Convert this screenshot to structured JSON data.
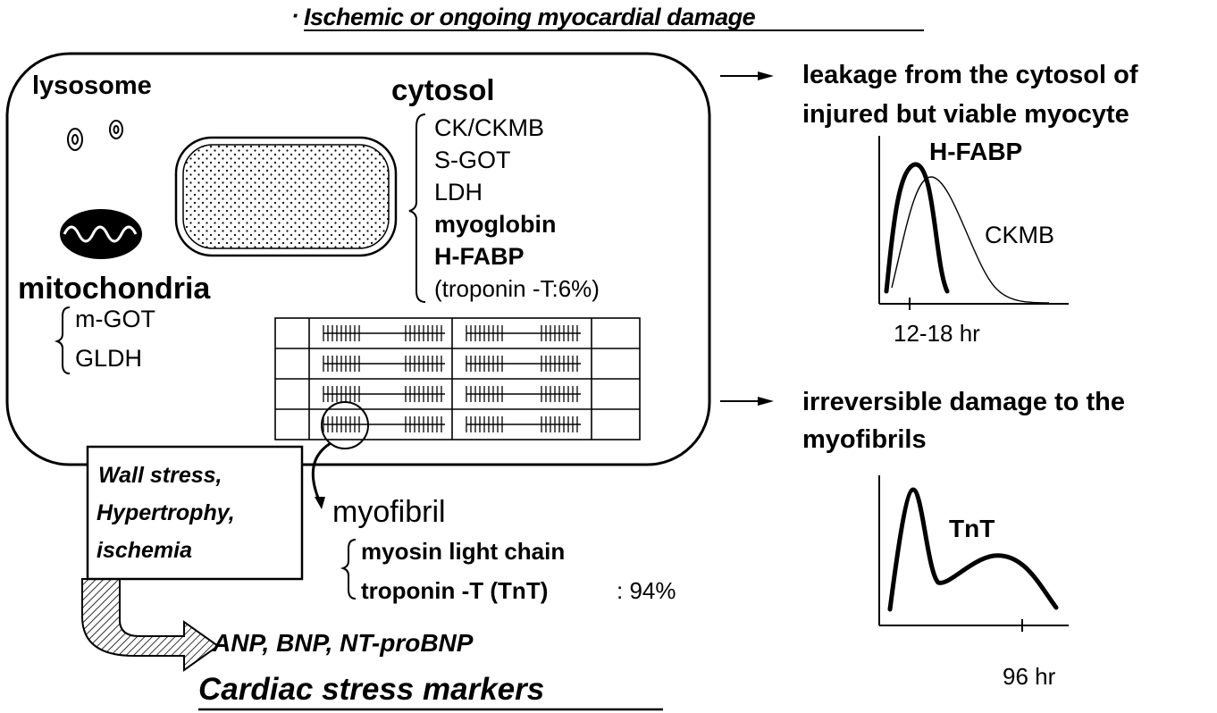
{
  "header": {
    "bullet": "·",
    "title": "Ischemic or ongoing myocardial damage"
  },
  "cell": {
    "lysosome_label": "lysosome",
    "cytosol_label": "cytosol",
    "cytosol_markers": [
      "CK/CKMB",
      "S-GOT",
      "LDH",
      "myoglobin",
      "H-FABP",
      "(troponin -T:6%)"
    ],
    "mitochondria_label": "mitochondria",
    "mitochondria_markers": [
      "m-GOT",
      "GLDH"
    ]
  },
  "stress_box": {
    "lines": [
      "Wall stress,",
      "Hypertrophy,",
      "ischemia"
    ]
  },
  "myofibril": {
    "label": "myofibril",
    "markers": [
      "myosin light chain",
      "troponin -T (TnT)"
    ],
    "tnt_share": ": 94%"
  },
  "stress_markers": {
    "list": "ANP, BNP, NT-proBNP",
    "title": "Cardiac stress markers"
  },
  "leakage": {
    "text_line1": "leakage from the cytosol of",
    "text_line2": "injured but viable myocyte",
    "series_bold": "H-FABP",
    "series_thin": "CKMB",
    "x_tick": "12-18 hr"
  },
  "irreversible": {
    "text_line1": "irreversible damage to the",
    "text_line2": "myofibrils",
    "series": "TnT",
    "x_tick": "96 hr"
  }
}
